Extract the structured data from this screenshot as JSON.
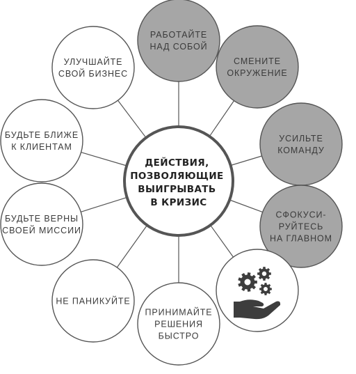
{
  "center": {
    "lines": [
      "ДЕЙСТВИЯ,",
      "ПОЗВОЛЯЮЩИЕ",
      "ВЫИГРЫВАТЬ",
      "В КРИЗИС"
    ]
  },
  "nodes": [
    {
      "id": "work-on-yourself",
      "lines": [
        "РАБОТАЙТЕ",
        "НАД СОБОЙ"
      ],
      "fill": "#a6a6a6"
    },
    {
      "id": "change-environment",
      "lines": [
        "СМЕНИТЕ",
        "ОКРУЖЕНИЕ"
      ],
      "fill": "#a6a6a6"
    },
    {
      "id": "strengthen-team",
      "lines": [
        "УСИЛЬТЕ",
        "КОМАНДУ"
      ],
      "fill": "#a6a6a6"
    },
    {
      "id": "focus-on-main",
      "lines": [
        "СФОКУСИ-",
        "РУЙТЕСЬ",
        "НА ГЛАВНОМ"
      ],
      "fill": "#a6a6a6"
    },
    {
      "id": "gears-hand",
      "lines": [],
      "fill": "#ffffff",
      "icon": "gears-hand-icon"
    },
    {
      "id": "decide-fast",
      "lines": [
        "ПРИНИМАЙТЕ",
        "РЕШЕНИЯ",
        "БЫСТРО"
      ],
      "fill": "#ffffff"
    },
    {
      "id": "dont-panic",
      "lines": [
        "НЕ ПАНИКУЙТЕ"
      ],
      "fill": "#ffffff"
    },
    {
      "id": "be-true-mission",
      "lines": [
        "БУДЬТЕ ВЕРНЫ",
        "СВОЕЙ МИССИИ"
      ],
      "fill": "#ffffff"
    },
    {
      "id": "be-closer-clients",
      "lines": [
        "БУДЬТЕ БЛИЖЕ",
        "К КЛИЕНТАМ"
      ],
      "fill": "#ffffff"
    },
    {
      "id": "improve-business",
      "lines": [
        "УЛУЧШАЙТЕ",
        "СВОЙ БИЗНЕС"
      ],
      "fill": "#ffffff"
    }
  ],
  "colors": {
    "stroke": "#555555",
    "connector": "#555555",
    "icon": "#3d3d3d"
  }
}
